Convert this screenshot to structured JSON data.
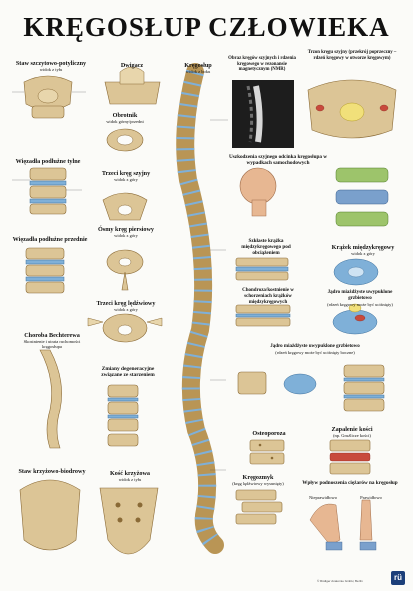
{
  "poster": {
    "title": "KRĘGOSŁUP CZŁOWIEKA",
    "logo_text": "rü",
    "copyright": "© Rüdiger Anatomie GmbH, Berlin"
  },
  "panels": {
    "atlas_occipital": {
      "title": "Staw szczytowo-potyliczny",
      "subtitle": "widok z tyłu"
    },
    "dens": {
      "title": "Dwigacz"
    },
    "main_spine": {
      "title": "Kręgosłup",
      "subtitle": "widok z boku"
    },
    "mri": {
      "title": "Obraz kręgów szyjnych i rdzenia kręgowego w rezonansie magnetycznym (NMR)"
    },
    "cervical_cross": {
      "title": "Trzon kręgu szyjny (przekrój poprzeczny – rdzeń kręgowy w otworze kręgowym)"
    },
    "atlas": {
      "title": "Obrotnik",
      "subtitle": "widok górny/przedni"
    },
    "ligaments_back": {
      "title": "Więzadła podłużne tylne"
    },
    "cervical_vertebra": {
      "title": "Trzeci kręg szyjny",
      "subtitle": "widok z góry"
    },
    "whiplash": {
      "title": "Uszkodzenia szyjnego odcinka kręgosłupa w wypadkach samochodowych"
    },
    "thoracic_vertebra": {
      "title": "Ósmy kręg piersiowy",
      "subtitle": "widok z góry"
    },
    "disc_wear": {
      "title": "Szkłaste krążka międzykręgowego pod obciążeniem"
    },
    "disc": {
      "title": "Krążek międzykręgowy",
      "subtitle": "widok z góry"
    },
    "ligaments_front": {
      "title": "Więzadła podłużne przednie"
    },
    "chondrosis": {
      "title": "Chondroza/kostnienie w schorzeniach krążków międzykręgowych"
    },
    "herniation_back": {
      "title": "Jądro miażdżyste uwypuklone grzbietowo",
      "subtitle": "(rdzeń kręgowy może być uciśnięty)"
    },
    "lumbar_vertebra": {
      "title": "Trzeci kręg lędźwiowy",
      "subtitle": "widok z góry"
    },
    "bechterew": {
      "title": "Choroba Bechterewa",
      "subtitle": "Skostnienie i utrata ruchomości kręgosłupa"
    },
    "degenerative": {
      "title": "Zmiany degeneracyjne związane ze starzeniem"
    },
    "herniation_lateral": {
      "title": "Jądro miażdżyste uwypuklone grzbietowo",
      "subtitle": "(rdzeń kręgowy może być uciśnięty boczne)"
    },
    "osteoporosis": {
      "title": "Osteoporoza"
    },
    "inflammation": {
      "title": "Zapalenie kości",
      "subtitle": "(np. Gruźlicze kości)"
    },
    "sacroiliac": {
      "title": "Staw krzyżowo-biodrowy"
    },
    "sacrum": {
      "title": "Kość krzyżowa",
      "subtitle": "widok z tyłu"
    },
    "kyphosis": {
      "title": "Kręgozmyk",
      "subtitle": "(kręg lędźwiowy wysunięty)"
    },
    "lifting": {
      "title": "Wpływ podnoszenia ciężarów na kręgosłup",
      "options": [
        "Nieprawidłowo",
        "Prawidłowo"
      ]
    }
  },
  "colors": {
    "bone": "#dcc596",
    "disc": "#7fb0d8",
    "nerve": "#f1e07a",
    "accent": "#c84a3c"
  }
}
